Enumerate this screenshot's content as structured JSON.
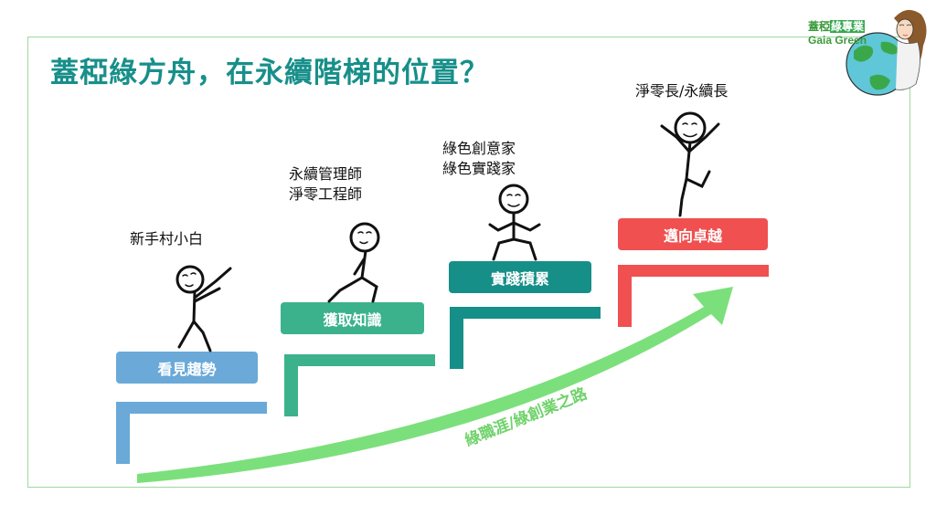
{
  "title": "蓋稏綠方舟，在永續階梯的位置？",
  "logo": {
    "cn_a": "蓋稏",
    "cn_b": "綠專業",
    "en": "Gaia Green"
  },
  "steps": [
    {
      "role_lines": [
        "新手村小白"
      ],
      "stage": "看見趨勢",
      "color": "#6aa9d8"
    },
    {
      "role_lines": [
        "永續管理師",
        "淨零工程師"
      ],
      "stage": "獲取知識",
      "color": "#3bb28c"
    },
    {
      "role_lines": [
        "綠色創意家",
        "綠色實踐家"
      ],
      "stage": "實踐積累",
      "color": "#168f89"
    },
    {
      "role_lines": [
        "淨零長/永續長"
      ],
      "stage": "邁向卓越",
      "color": "#f05050"
    }
  ],
  "path_label": "綠職涯/綠創業之路",
  "colors": {
    "title": "#178f8a",
    "arrow": "#7be07b",
    "frame": "#9fd89f"
  }
}
